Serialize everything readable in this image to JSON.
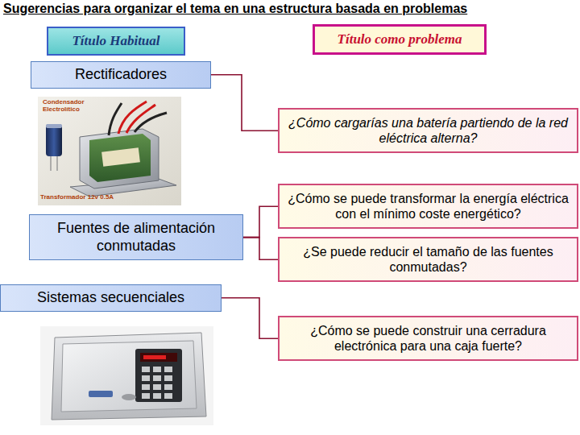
{
  "diagram": {
    "title": "Sugerencias para organizar el tema en una estructura basada en problemas",
    "nodes": [
      {
        "text": [
          "Título Habitual"
        ]
      },
      {
        "text": [
          "Título como problema"
        ]
      },
      {
        "text": [
          "Rectificadores"
        ]
      },
      {
        "text": [
          "¿Cómo cargarías una batería partiendo de la red eléctrica alterna?"
        ]
      },
      {
        "text": [
          "Fuentes de alimentación conmutadas"
        ]
      },
      {
        "text": [
          "¿Cómo se puede transformar la energía eléctrica con el mínimo coste energético?"
        ]
      },
      {
        "text": [
          "¿Se puede reducir el tamaño de las fuentes conmutadas?"
        ]
      },
      {
        "text": [
          "Sistemas secuenciales"
        ]
      },
      {
        "text": [
          "¿Cómo se puede construir una cerradura electrónica para una caja fuerte?"
        ]
      }
    ],
    "edges": [
      {
        "from": 2,
        "to": 3,
        "arrow": "none"
      },
      {
        "from": 4,
        "to": 5,
        "arrow": "none"
      },
      {
        "from": 4,
        "to": 6,
        "arrow": "none"
      },
      {
        "from": 7,
        "to": 8,
        "arrow": "none"
      }
    ],
    "labels": [
      "Condensador Electrolítico",
      "Transformador 12v 0.5A"
    ]
  }
}
